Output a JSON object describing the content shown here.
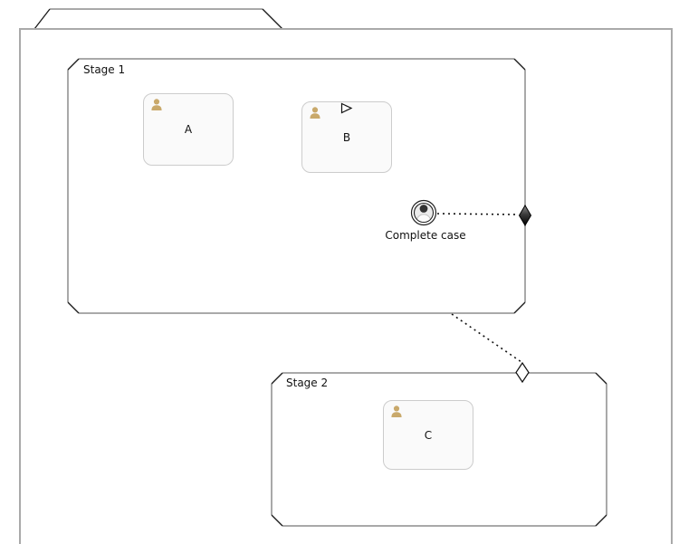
{
  "case": {
    "stages": [
      {
        "label": "Stage 1",
        "tasks": [
          {
            "label": "A",
            "type": "human-task"
          },
          {
            "label": "B",
            "type": "human-task",
            "decorator": "manual-activation-play"
          }
        ],
        "event": {
          "label": "Complete case",
          "type": "user-event-listener"
        },
        "exit_criterion": {
          "shape": "filled-diamond"
        }
      },
      {
        "label": "Stage 2",
        "tasks": [
          {
            "label": "C",
            "type": "human-task"
          }
        ],
        "entry_criterion": {
          "shape": "hollow-diamond"
        }
      }
    ],
    "connectors": [
      {
        "from": "user-event-listener",
        "to": "stage-1-exit-criterion",
        "style": "dotted"
      },
      {
        "from": "stage-1",
        "to": "stage-2-entry-criterion",
        "style": "dotted"
      }
    ],
    "icons": {
      "human_task": "person-icon",
      "manual_activation": "play-triangle-icon",
      "user_event": "person-in-double-circle-icon"
    },
    "colors": {
      "border_gray": "#a9a9a9",
      "corner_black": "#1a1a1a",
      "task_fill": "#fafafa",
      "task_border": "#cccccc",
      "human_icon_tan": "#c9a96b",
      "event_inner_fill": "#ececec",
      "exit_diamond_dark": "#000000",
      "entry_diamond_fill": "#ffffff",
      "text": "#111111"
    }
  }
}
